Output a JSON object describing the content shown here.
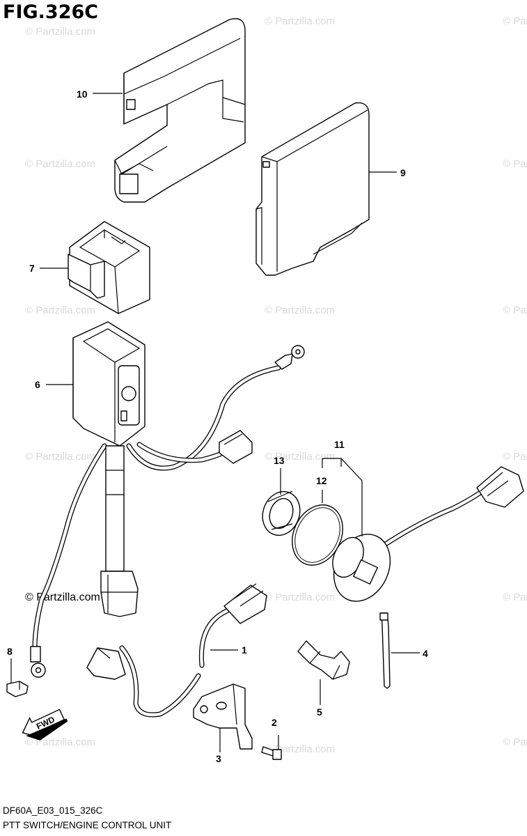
{
  "figure": {
    "title": "FIG.326C",
    "code": "DF60A_E03_015_326C",
    "caption": "PTT SWITCH/ENGINE CONTROL UNIT"
  },
  "watermark": "© Partzilla.com",
  "direction_arrow": "FWD",
  "callouts": [
    {
      "id": "1",
      "label": "1"
    },
    {
      "id": "2",
      "label": "2"
    },
    {
      "id": "3",
      "label": "3"
    },
    {
      "id": "4",
      "label": "4"
    },
    {
      "id": "5",
      "label": "5"
    },
    {
      "id": "6",
      "label": "6"
    },
    {
      "id": "7",
      "label": "7"
    },
    {
      "id": "8",
      "label": "8"
    },
    {
      "id": "9",
      "label": "9"
    },
    {
      "id": "10",
      "label": "10"
    },
    {
      "id": "11",
      "label": "11"
    },
    {
      "id": "12",
      "label": "12"
    },
    {
      "id": "13",
      "label": "13"
    }
  ]
}
